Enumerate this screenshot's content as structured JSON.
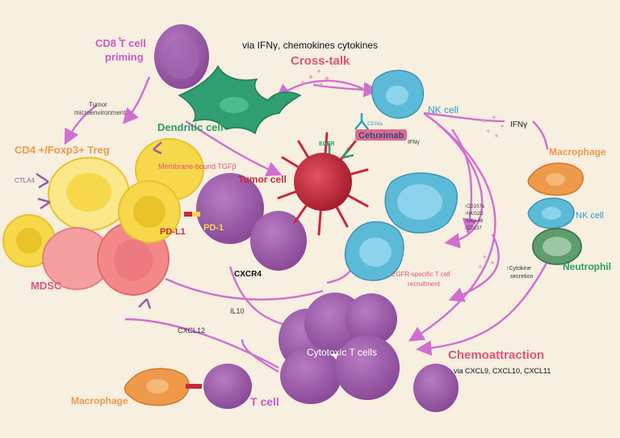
{
  "colors": {
    "background": "#f7efe0",
    "magenta": "#c75bc9",
    "arrow": "#d06fd0",
    "pink_text": "#e0547a",
    "orange_text": "#ee9a4a",
    "teal_text": "#2a9d63",
    "blue_text": "#2c9fc7",
    "treg_yellow": "#f6d84a",
    "mdsc_pink": "#f4a0a0",
    "tcell_purple": "#9b5aa8",
    "tumor_red": "#c8283a",
    "dc_green": "#2f9e72",
    "nk_blue": "#5cbad9",
    "neutrophil_green": "#5e9e6c"
  },
  "labels": {
    "cd8_priming": "CD8 T cell",
    "cd8_sup": "+",
    "cd8_priming_2": "priming",
    "via_ifn": "via IFNγ,  chemokines cytokines",
    "cross_talk": "Cross-talk",
    "tumor_microenv": "Tumor",
    "tumor_microenv_2": "microenvironment",
    "dendritic_cell": "Dendritic cell",
    "nk_cell_top": "NK cell",
    "cetuximab": "Cetuximab",
    "cd16a": "CD16a",
    "egfr": "EGFR",
    "ifny_small": "IFNγ",
    "ifny_right": "IFNγ",
    "cd4_treg": "CD4 +/Foxp3+ Treg",
    "membrane_tgf": "Membrane-bound TGFβ",
    "ctla4": "CTLA4",
    "tumor_cell": "Tumor cell",
    "pd_l1": "PD-L1",
    "pd_1": "PD-1",
    "mdsc": "MDSC",
    "cxcr4": "CXCR4",
    "il10": "IL10",
    "cxcl12": "CXCL12",
    "markers": [
      "↑CD107a",
      "↑NKG2D",
      "↑NKp-46",
      "↑CD137"
    ],
    "egfr_specific": "EGFR-specific T cell",
    "recruitment": "recruitment",
    "cytokine": "↑Cytokine",
    "secretion": "secretion",
    "macrophage_right": "Macrophage",
    "nk_cell_right": "NK cell",
    "neutrophil": "Neutrophil",
    "cytotoxic": "Cytotoxic T cells",
    "chemoattraction": "Chemoattraction",
    "via_cxcl": "via CXCL9,  CXCL10,  CXCL11",
    "macrophage_bottom": "Macrophage",
    "t_cell": "T cell"
  }
}
